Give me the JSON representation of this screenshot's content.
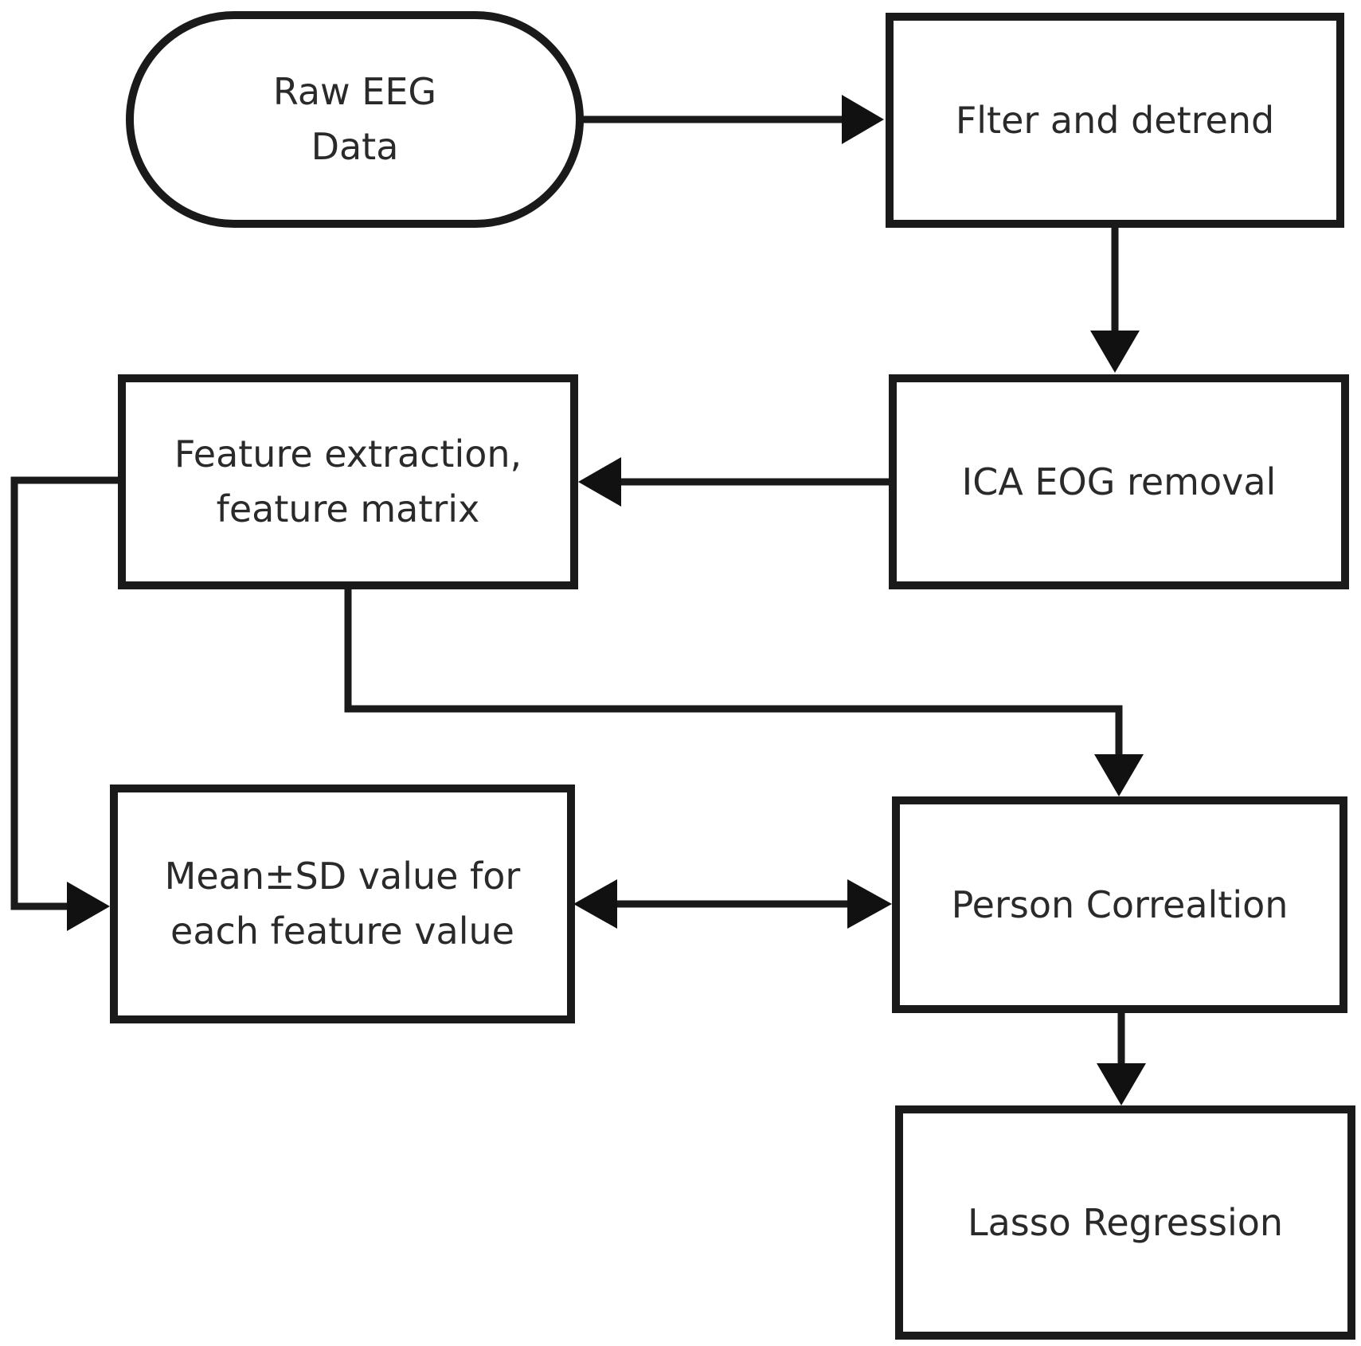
{
  "diagram": {
    "nodes": {
      "raw_eeg": {
        "line1": "Raw EEG",
        "line2": "Data",
        "shape": "terminal"
      },
      "filter": {
        "label": "Flter and detrend",
        "shape": "process"
      },
      "ica": {
        "label": "ICA EOG removal",
        "shape": "process"
      },
      "feature": {
        "line1": "Feature extraction,",
        "line2": "feature matrix",
        "shape": "process"
      },
      "mean_sd": {
        "line1": "Mean±SD value for",
        "line2": "each feature value",
        "shape": "process"
      },
      "person": {
        "label": "Person Correaltion",
        "shape": "process"
      },
      "lasso": {
        "label": "Lasso Regression",
        "shape": "process"
      }
    },
    "edges": [
      {
        "from": "Raw EEG Data",
        "to": "Flter and detrend"
      },
      {
        "from": "Flter and detrend",
        "to": "ICA EOG removal"
      },
      {
        "from": "ICA EOG removal",
        "to": "Feature extraction, feature matrix"
      },
      {
        "from": "Feature extraction, feature matrix",
        "to": "Person Correaltion"
      },
      {
        "from": "Feature extraction, feature matrix",
        "to": "Mean±SD value for each feature value"
      },
      {
        "from": "Mean±SD value for each feature value",
        "to": "Person Correaltion",
        "bidirectional": true
      },
      {
        "from": "Person Correaltion",
        "to": "Lasso Regression"
      }
    ],
    "colors": {
      "stroke": "#1a1a1a",
      "text": "#2a2a2a",
      "background": "#ffffff"
    }
  }
}
